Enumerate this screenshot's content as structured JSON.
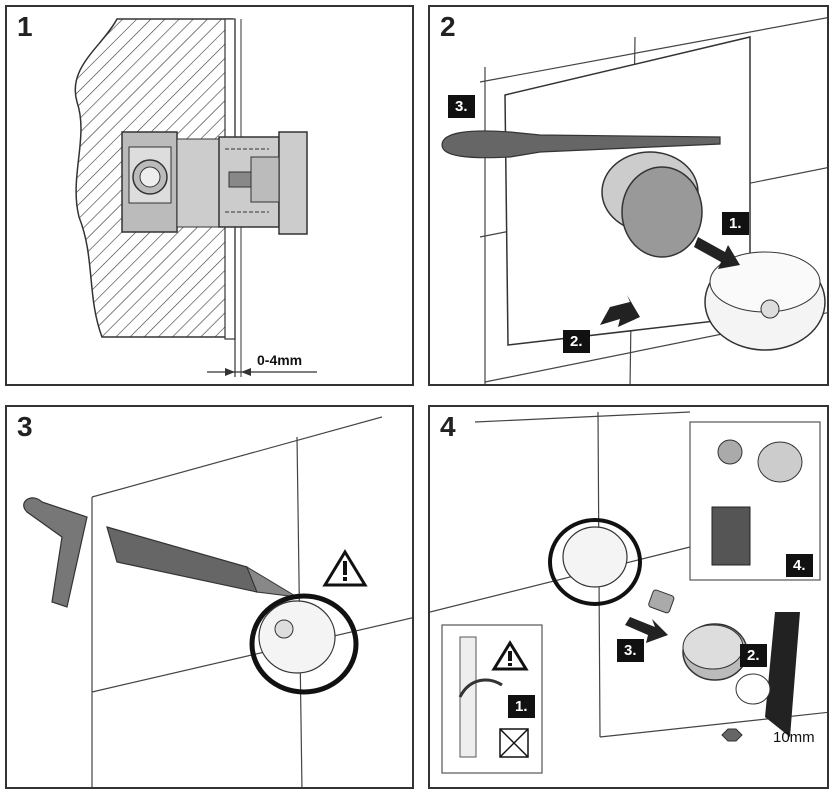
{
  "panels": [
    {
      "number": "1",
      "dimension": "0-4mm"
    },
    {
      "number": "2",
      "steps": [
        "1.",
        "2.",
        "3."
      ]
    },
    {
      "number": "3"
    },
    {
      "number": "4",
      "steps": [
        "1.",
        "2.",
        "3.",
        "4."
      ],
      "wrench_size": "10mm"
    }
  ]
}
